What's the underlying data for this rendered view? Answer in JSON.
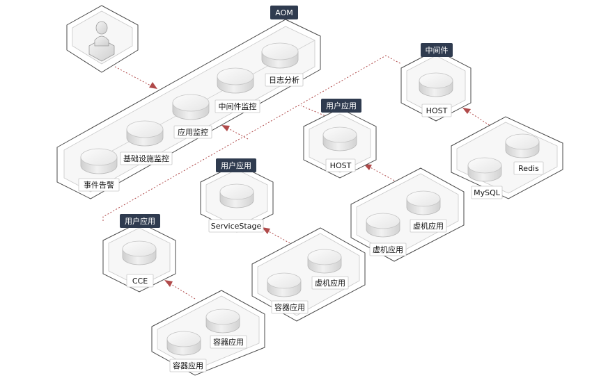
{
  "colors": {
    "tag_bg": "#2f3b4f",
    "connector": "#b04a4a",
    "outline": "#4a4a4a"
  },
  "aom": {
    "tag": "AOM",
    "modules": [
      "事件告警",
      "基础设施监控",
      "应用监控",
      "中间件监控",
      "日志分析"
    ]
  },
  "middleware": {
    "tag": "中间件",
    "host_label": "HOST",
    "nodes": [
      "MySQL",
      "Redis"
    ]
  },
  "host_app": {
    "tag": "用户应用",
    "host_label": "HOST",
    "nodes": [
      "虚机应用",
      "虚机应用"
    ]
  },
  "servicestage_app": {
    "tag": "用户应用",
    "host_label": "ServiceStage",
    "nodes": [
      "容器应用",
      "虚机应用"
    ]
  },
  "cce_app": {
    "tag": "用户应用",
    "host_label": "CCE",
    "nodes": [
      "容器应用",
      "容器应用"
    ]
  }
}
